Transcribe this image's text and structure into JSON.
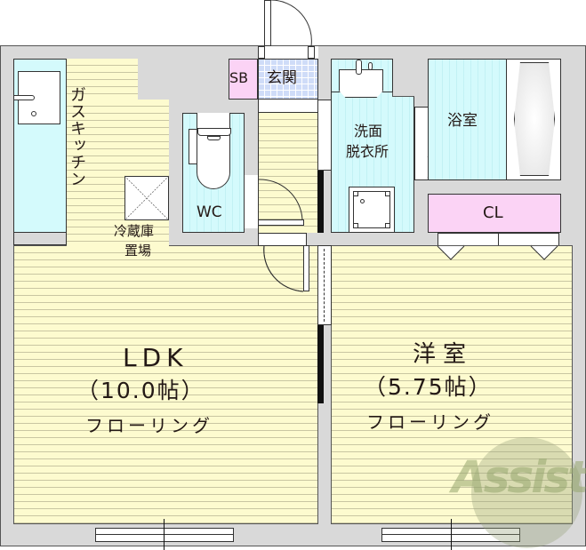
{
  "floorplan": {
    "rooms": {
      "ldk": {
        "name": "LDK",
        "size": "（10.0帖）",
        "flooring": "フローリング"
      },
      "western_room": {
        "name": "洋室",
        "size": "（5.75帖）",
        "flooring": "フローリング"
      },
      "kitchen": {
        "label": "ガスキッチン"
      },
      "fridge": {
        "label_line1": "冷蔵庫",
        "label_line2": "置場"
      },
      "wc": {
        "label": "WC"
      },
      "entrance": {
        "label": "玄関"
      },
      "shoe_box": {
        "label": "SB"
      },
      "washroom": {
        "label_line1": "洗面",
        "label_line2": "脱衣所"
      },
      "bathroom": {
        "label": "浴室"
      },
      "closet": {
        "label": "CL"
      }
    },
    "watermark": {
      "text": "Assist"
    },
    "colors": {
      "wall": "#d9d9d9",
      "floor": "#fdfbcf",
      "wet_area": "#d4fafc",
      "storage": "#fbd3f5",
      "entrance_tile": "#cfdcf8",
      "text": "#231815"
    }
  }
}
